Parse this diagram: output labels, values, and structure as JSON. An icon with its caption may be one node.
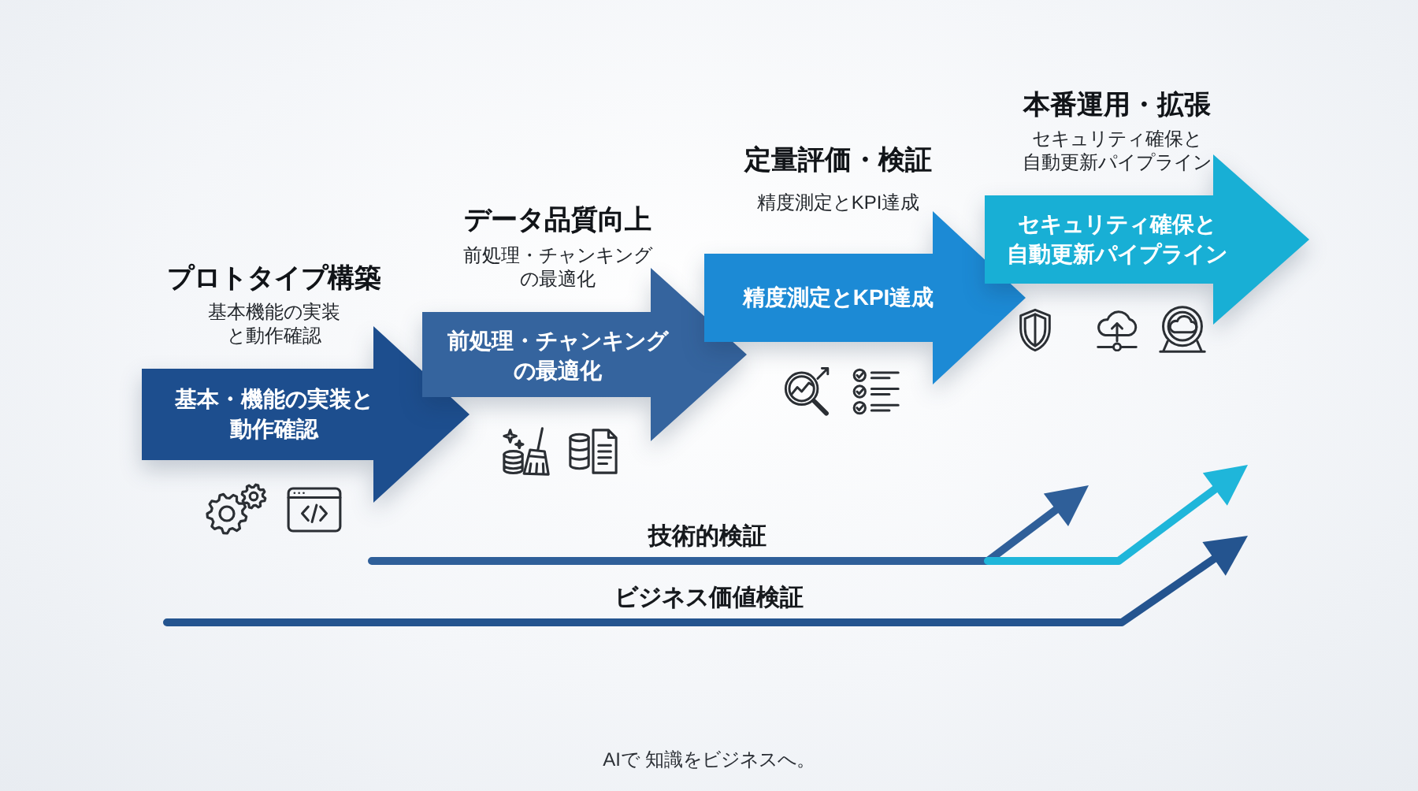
{
  "diagram": {
    "nodes": [
      {
        "text": [
          "プロトタイプ構築",
          "基本機能の実装と動作確認",
          "基本・機能の実装と動作確認"
        ]
      },
      {
        "text": [
          "データ品質向上",
          "前処理・チャンキングの最適化",
          "前処理・チャンキングの最適化"
        ]
      },
      {
        "text": [
          "定量評価・検証",
          "精度測定とKPI達成",
          "精度測定とKPI達成"
        ]
      },
      {
        "text": [
          "本番運用・拡張",
          "セキュリティ確保と自動更新パイプライン",
          "セキュリティ確保と自動更新パイプライン"
        ]
      }
    ],
    "labels": [
      "技術的検証",
      "ビジネス価値検証",
      "AIで 知識をビジネスへ。"
    ]
  }
}
